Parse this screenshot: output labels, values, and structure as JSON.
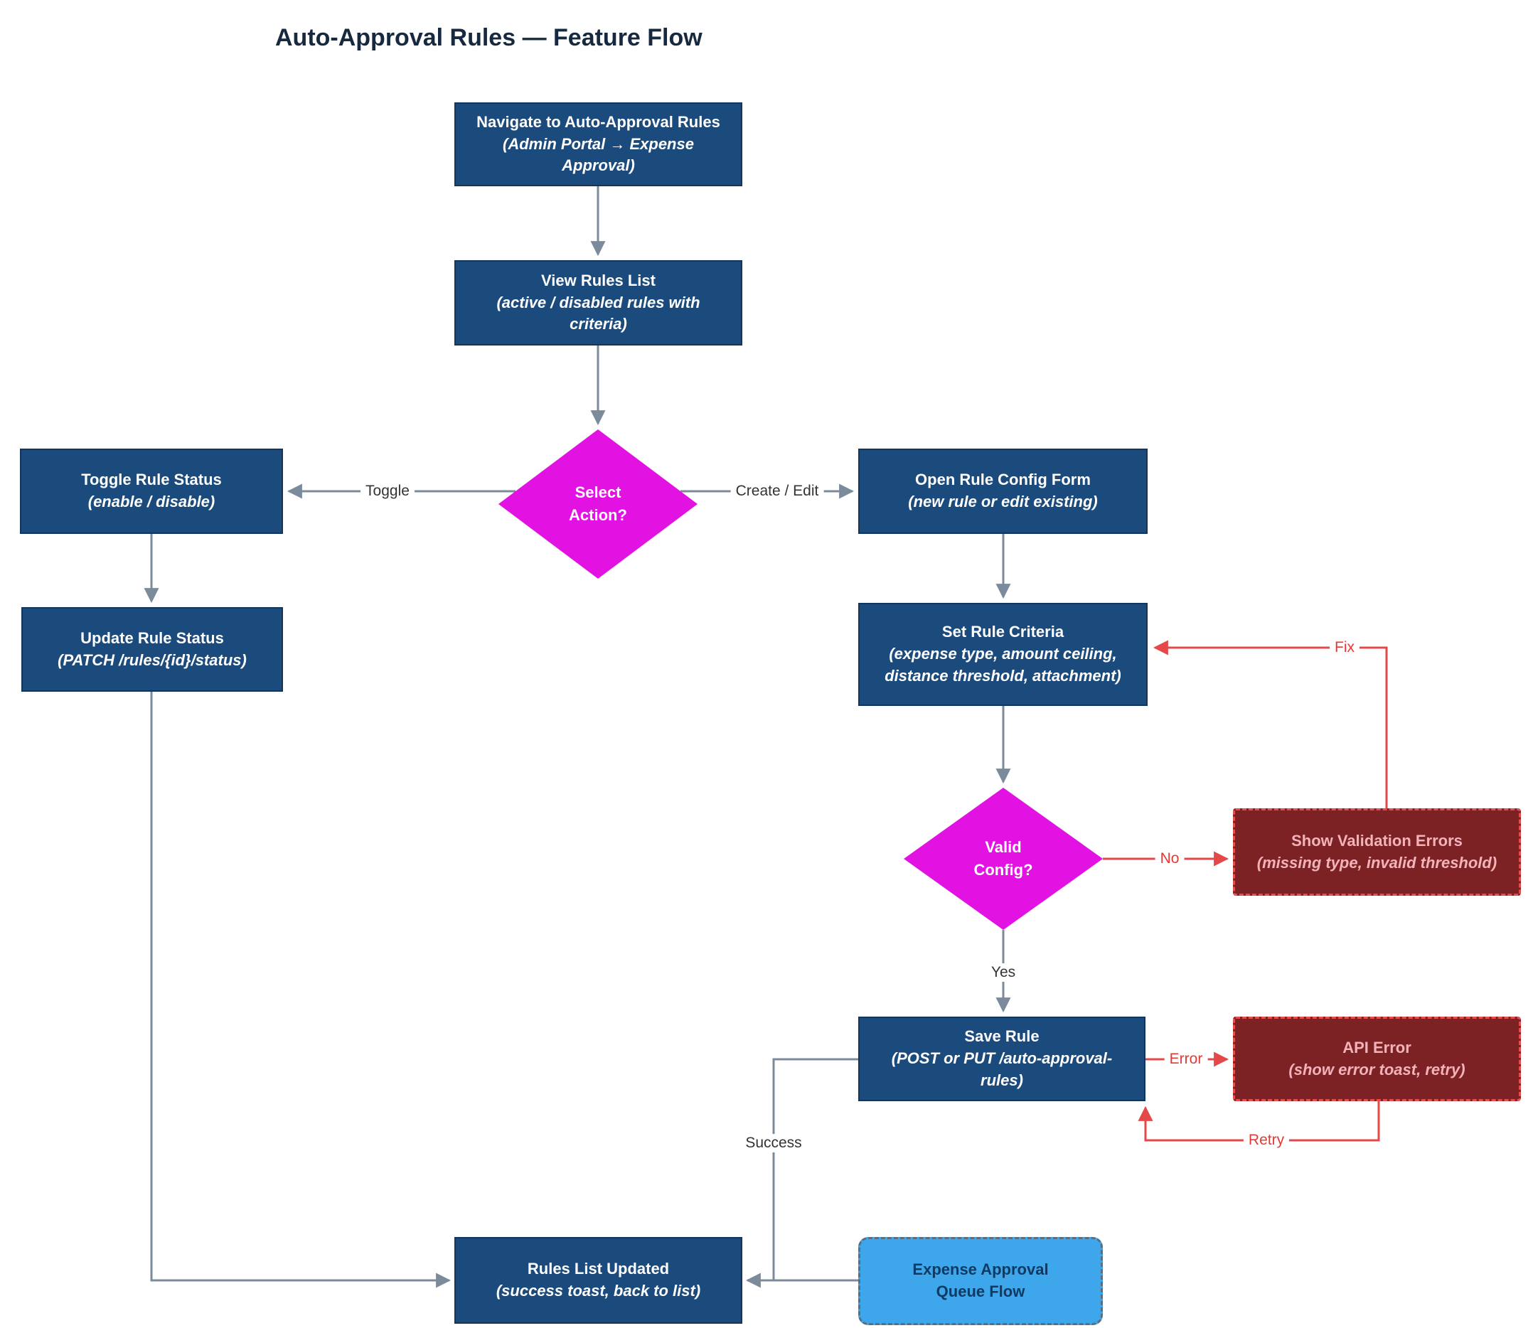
{
  "title": "Auto-Approval Rules — Feature Flow",
  "nodes": {
    "navigate": {
      "title": "Navigate to Auto-Approval Rules",
      "subtitle": "(Admin Portal → Expense Approval)"
    },
    "view_rules": {
      "title": "View Rules List",
      "subtitle": "(active / disabled rules with criteria)"
    },
    "select_action": {
      "label": "Select Action?"
    },
    "toggle_status": {
      "title": "Toggle Rule Status",
      "subtitle": "(enable / disable)"
    },
    "open_config": {
      "title": "Open Rule Config Form",
      "subtitle": "(new rule or edit existing)"
    },
    "update_status": {
      "title": "Update Rule Status",
      "subtitle": "(PATCH /rules/{id}/status)"
    },
    "set_criteria": {
      "title": "Set Rule Criteria",
      "subtitle": "(expense type, amount ceiling, distance threshold, attachment)"
    },
    "valid_config": {
      "label": "Valid Config?"
    },
    "show_validation_errors": {
      "title": "Show Validation Errors",
      "subtitle": "(missing type, invalid threshold)"
    },
    "save_rule": {
      "title": "Save Rule",
      "subtitle": "(POST or PUT /auto-approval-rules)"
    },
    "api_error": {
      "title": "API Error",
      "subtitle": "(show error toast, retry)"
    },
    "rules_updated": {
      "title": "Rules List Updated",
      "subtitle": "(success toast, back to list)"
    },
    "expense_queue": {
      "label": "Expense Approval Queue Flow"
    }
  },
  "edge_labels": {
    "toggle": "Toggle",
    "create_edit": "Create / Edit",
    "no": "No",
    "fix": "Fix",
    "yes": "Yes",
    "error": "Error",
    "retry": "Retry",
    "success": "Success"
  },
  "colors": {
    "process_fill": "#1b4a7d",
    "decision_fill": "#e212e2",
    "error_fill": "#7d2224",
    "error_border": "#e84d4d",
    "error_text": "#f3b3ba",
    "link_fill": "#3ea6ea",
    "link_text": "#0e3a64",
    "arrow": "#7c8b9b",
    "arrow_error": "#e54848",
    "title_text": "#16293e"
  }
}
